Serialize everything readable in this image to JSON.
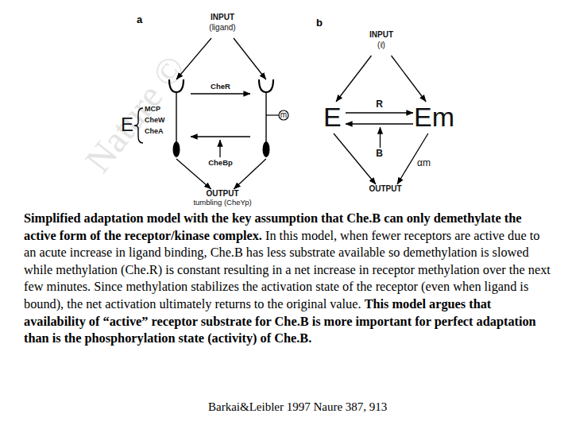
{
  "diagram": {
    "nodes": [
      {
        "text": [
          "INPUT",
          "(ligand)"
        ]
      },
      {
        "text": [
          "E",
          "MCP",
          "CheW",
          "CheA"
        ]
      },
      {
        "text": [
          "m"
        ]
      },
      {
        "text": [
          "OUTPUT",
          "tumbling (CheYp)"
        ]
      },
      {
        "text": [
          "INPUT",
          "(ℓ)"
        ]
      },
      {
        "text": [
          "E"
        ]
      },
      {
        "text": [
          "Em"
        ]
      },
      {
        "text": [
          "OUTPUT"
        ]
      }
    ],
    "edges": [
      {
        "from": 0,
        "to": 1,
        "arrow": "to"
      },
      {
        "from": 0,
        "to": 2,
        "arrow": "to"
      },
      {
        "from": 1,
        "to": 2,
        "label": "CheR",
        "arrow": "to"
      },
      {
        "from": 2,
        "to": 1,
        "label": "CheBp",
        "arrow": "to"
      },
      {
        "from": 1,
        "to": 3,
        "arrow": "to"
      },
      {
        "from": 2,
        "to": 3,
        "arrow": "to"
      },
      {
        "from": 4,
        "to": 5,
        "arrow": "to"
      },
      {
        "from": 4,
        "to": 6,
        "arrow": "to"
      },
      {
        "from": 5,
        "to": 6,
        "label": "R",
        "arrow": "to"
      },
      {
        "from": 6,
        "to": 5,
        "label": "B",
        "arrow": "to"
      },
      {
        "from": 5,
        "to": 7,
        "arrow": "to"
      },
      {
        "from": 6,
        "to": 7,
        "label": "αm",
        "arrow": "to"
      }
    ],
    "labels": [
      "a",
      "b",
      "Nature ©",
      "Simplified adaptation model with the key assumption that Che.B can only demethylate the active form of the receptor/kinase complex.",
      "In this model, when fewer receptors are active due to an acute increase in ligand binding, Che.B has less substrate available so demethylation is slowed while methylation (Che.R) is constant resulting in a net increase in receptor methylation over the next few minutes. Since methylation stabilizes the activation state of the receptor (even when ligand is bound), the net activation ultimately returns to the original value.",
      "This model argues that availability of “active” receptor substrate for Che.B is more important for perfect adaptation than is the phosphorylation state (activity) of Che.B.",
      "Barkai&Leibler 1997 Naure 387, 913"
    ]
  }
}
